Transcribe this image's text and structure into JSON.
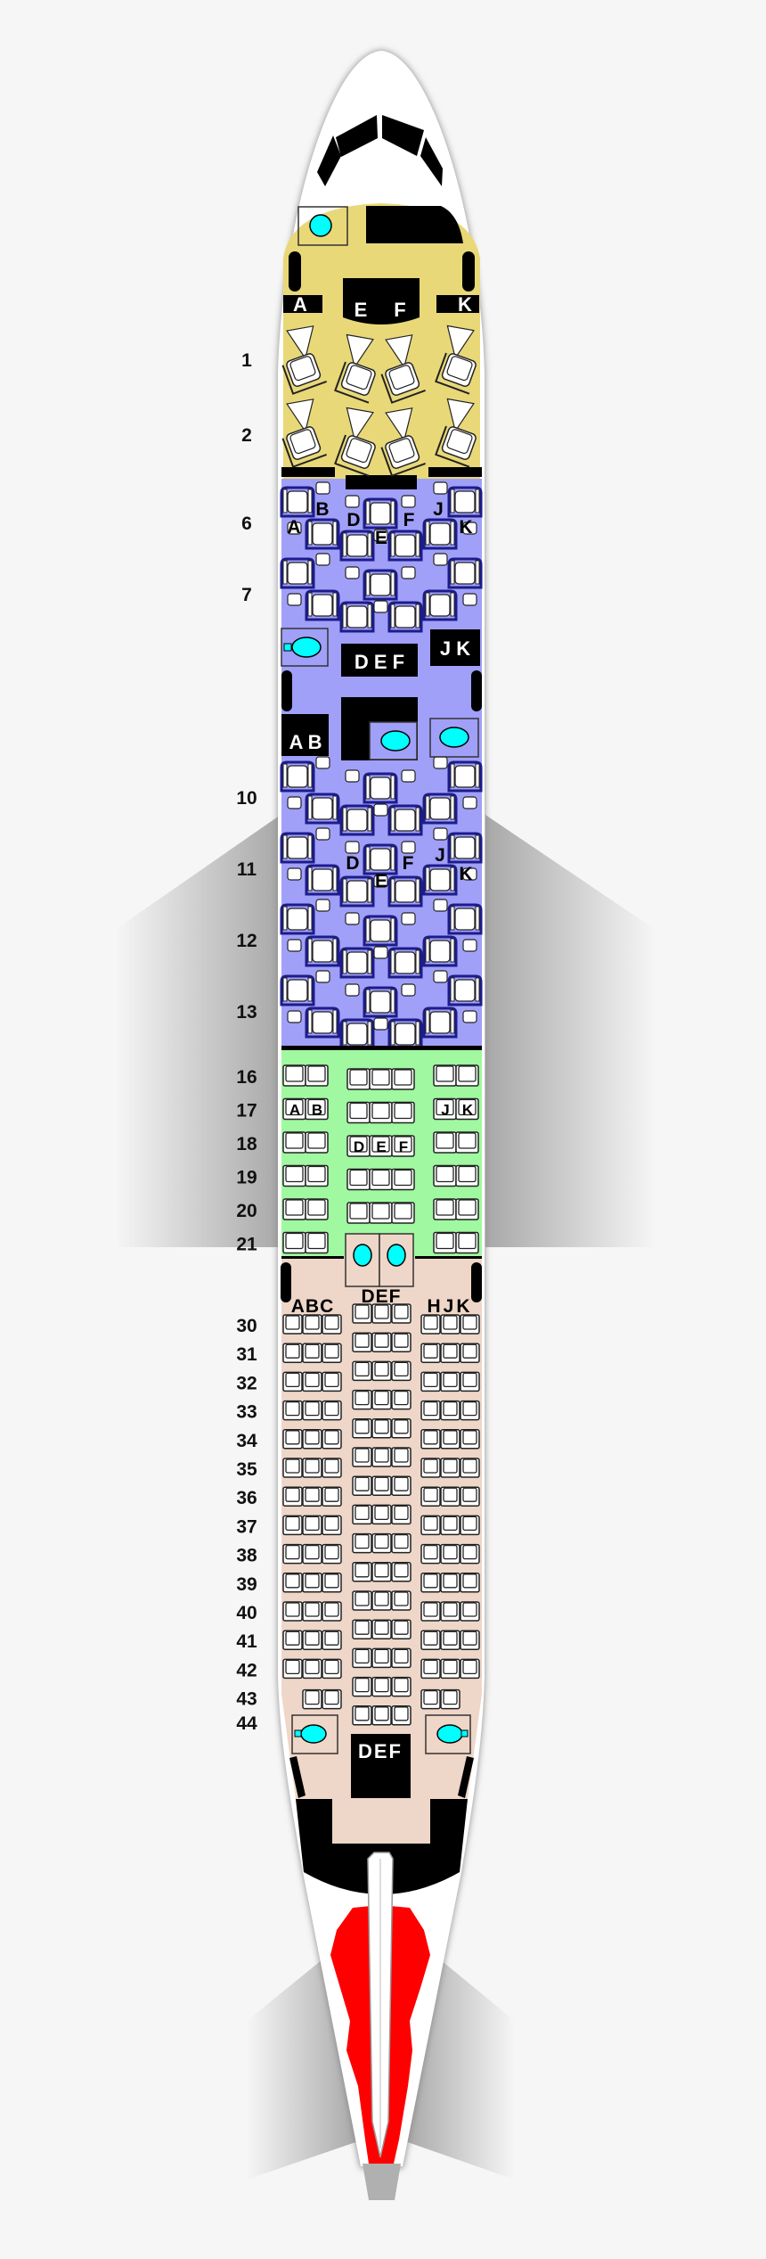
{
  "colors": {
    "background": "#f6f6f6",
    "first": "#e8d878",
    "business": "#a0a0f8",
    "premium_economy": "#a0f8a0",
    "economy": "#eed6c8",
    "lavatory": "#00ffff",
    "seat_shell_business": "#1c1c8c",
    "tail_livery": "#ff0000",
    "galley": "#000000"
  },
  "cabins": {
    "first": {
      "rows": [
        "1",
        "2"
      ],
      "letters": [
        "A",
        "E",
        "F",
        "K"
      ]
    },
    "business": {
      "rows": [
        "6",
        "7",
        "10",
        "11",
        "12",
        "13"
      ],
      "letters": [
        "A",
        "B",
        "D",
        "E",
        "F",
        "J",
        "K"
      ]
    },
    "premium_economy": {
      "rows": [
        "16",
        "17",
        "18",
        "19",
        "20",
        "21"
      ],
      "letters": [
        "A",
        "B",
        "D",
        "E",
        "F",
        "J",
        "K"
      ]
    },
    "economy": {
      "rows": [
        "30",
        "31",
        "32",
        "33",
        "34",
        "35",
        "36",
        "37",
        "38",
        "39",
        "40",
        "41",
        "42",
        "43",
        "44"
      ],
      "letters": [
        "A",
        "B",
        "C",
        "D",
        "E",
        "F",
        "H",
        "J",
        "K"
      ]
    }
  },
  "labels": {
    "first_a": "A",
    "first_e": "E",
    "first_f": "F",
    "first_k": "K",
    "biz_row6": {
      "A": "A",
      "B": "B",
      "D": "D",
      "E": "E",
      "F": "F",
      "J": "J",
      "K": "K"
    },
    "biz_row11": {
      "D": "D",
      "E": "E",
      "F": "F",
      "J": "J",
      "K": "K"
    },
    "galley_mid_def": "D E F",
    "galley_mid_jk": "J K",
    "galley_mid_ab": "A B",
    "prem_row17": {
      "A": "A",
      "B": "B",
      "J": "J",
      "K": "K"
    },
    "prem_row18": {
      "D": "D",
      "E": "E",
      "F": "F"
    },
    "econ_abc": "ABC",
    "econ_def": "DEF",
    "econ_hjk": "HJK",
    "galley_aft_def": "DEF"
  }
}
